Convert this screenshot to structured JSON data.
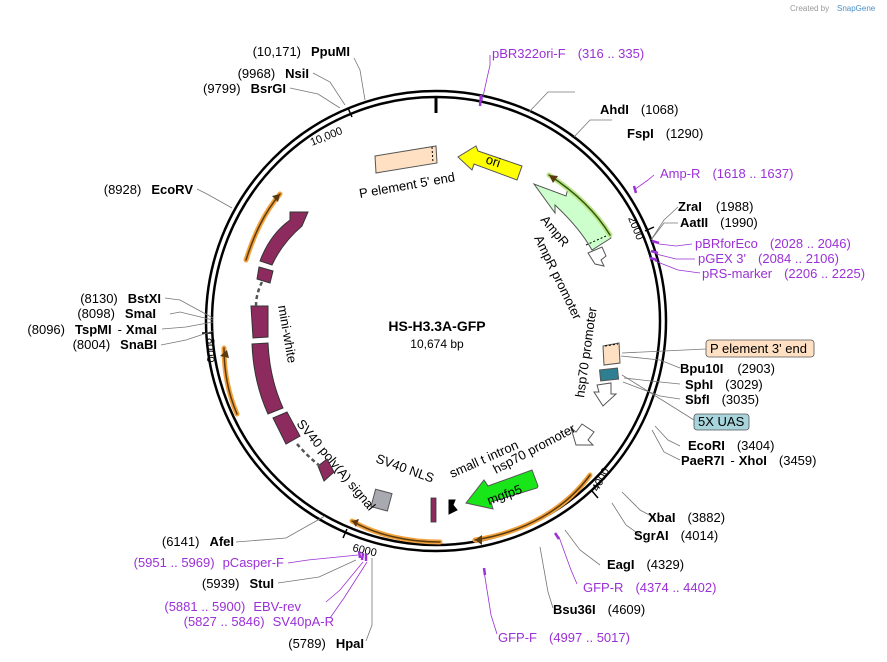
{
  "credit": {
    "prefix": "Created by",
    "brand": "SnapGene"
  },
  "plasmid": {
    "name": "HS-H3.3A-GFP",
    "length_label": "10,674 bp"
  },
  "ruler_ticks": [
    "10,000",
    "2000",
    "4000",
    "6000",
    "8000"
  ],
  "sites_right": [
    {
      "name": "AhdI",
      "pos": "(1068)"
    },
    {
      "name": "FspI",
      "pos": "(1290)"
    },
    {
      "name": "ZraI",
      "pos": "(1988)"
    },
    {
      "name": "AatII",
      "pos": "(1990)"
    },
    {
      "name": "Bpu10I",
      "pos": "(2903)"
    },
    {
      "name": "SphI",
      "pos": "(3029)"
    },
    {
      "name": "SbfI",
      "pos": "(3035)"
    },
    {
      "name": "EcoRI",
      "pos": "(3404)"
    },
    {
      "name": "PaeR7I",
      "sep": "-",
      "name2": "XhoI",
      "pos": "(3459)"
    },
    {
      "name": "XbaI",
      "pos": "(3882)"
    },
    {
      "name": "SgrAI",
      "pos": "(4014)"
    },
    {
      "name": "EagI",
      "pos": "(4329)"
    },
    {
      "name": "Bsu36I",
      "pos": "(4609)"
    }
  ],
  "sites_left": [
    {
      "name": "PpuMI",
      "pos": "(10,171)"
    },
    {
      "name": "NsiI",
      "pos": "(9968)"
    },
    {
      "name": "BsrGI",
      "pos": "(9799)"
    },
    {
      "name": "EcoRV",
      "pos": "(8928)"
    },
    {
      "name": "BstXI",
      "pos": "(8130)"
    },
    {
      "name": "SmaI",
      "pos": "(8098)"
    },
    {
      "name": "TspMI",
      "sep": "-",
      "name2": "XmaI",
      "pos": "(8096)"
    },
    {
      "name": "SnaBI",
      "pos": "(8004)"
    },
    {
      "name": "AfeI",
      "pos": "(6141)"
    },
    {
      "name": "StuI",
      "pos": "(5939)"
    },
    {
      "name": "HpaI",
      "pos": "(5789)"
    }
  ],
  "primers": [
    {
      "name": "pBR322ori-F",
      "range": "(316 .. 335)"
    },
    {
      "name": "Amp-R",
      "range": "(1618 .. 1637)"
    },
    {
      "name": "pBRforEco",
      "range": "(2028 .. 2046)"
    },
    {
      "name": "pGEX 3'",
      "range": "(2084 .. 2106)"
    },
    {
      "name": "pRS-marker",
      "range": "(2206 .. 2225)"
    },
    {
      "name": "GFP-R",
      "range": "(4374 .. 4402)"
    },
    {
      "name": "GFP-F",
      "range": "(4997 .. 5017)"
    },
    {
      "name": "pCasper-F",
      "range": "(5951 .. 5969)"
    },
    {
      "name": "EBV-rev",
      "range": "(5881 .. 5900)"
    },
    {
      "name": "SV40pA-R",
      "range": "(5827 .. 5846)"
    }
  ],
  "features": {
    "ori": "ori",
    "p_element_5": "P element 5' end",
    "ampr": "AmpR",
    "ampr_promoter": "AmpR promoter",
    "hsp70_promoter_a": "hsp70 promoter",
    "p_element_3": "P element 3' end",
    "uas": "5X UAS",
    "small_t_intron": "small t intron",
    "hsp70_promoter_b": "hsp70 promoter",
    "mgfp5": "mgfp5",
    "sv40_nls": "SV40 NLS",
    "sv40_polya": "SV40 poly(A) signal",
    "mini_white": "mini-white"
  },
  "colors": {
    "backbone": "#000000",
    "ori": "#ffff00",
    "ampr": "#ccffcc",
    "p_element": "#ffe0c2",
    "uas_box": "#a8d4dc",
    "uas_part": "#2e7f91",
    "mgfp5": "#19e619",
    "mini_white": "#8e2b5e",
    "sv40_nls": "#a9a9b1",
    "orf_arc": "#f2a23c",
    "primer": "#9b30d6"
  }
}
